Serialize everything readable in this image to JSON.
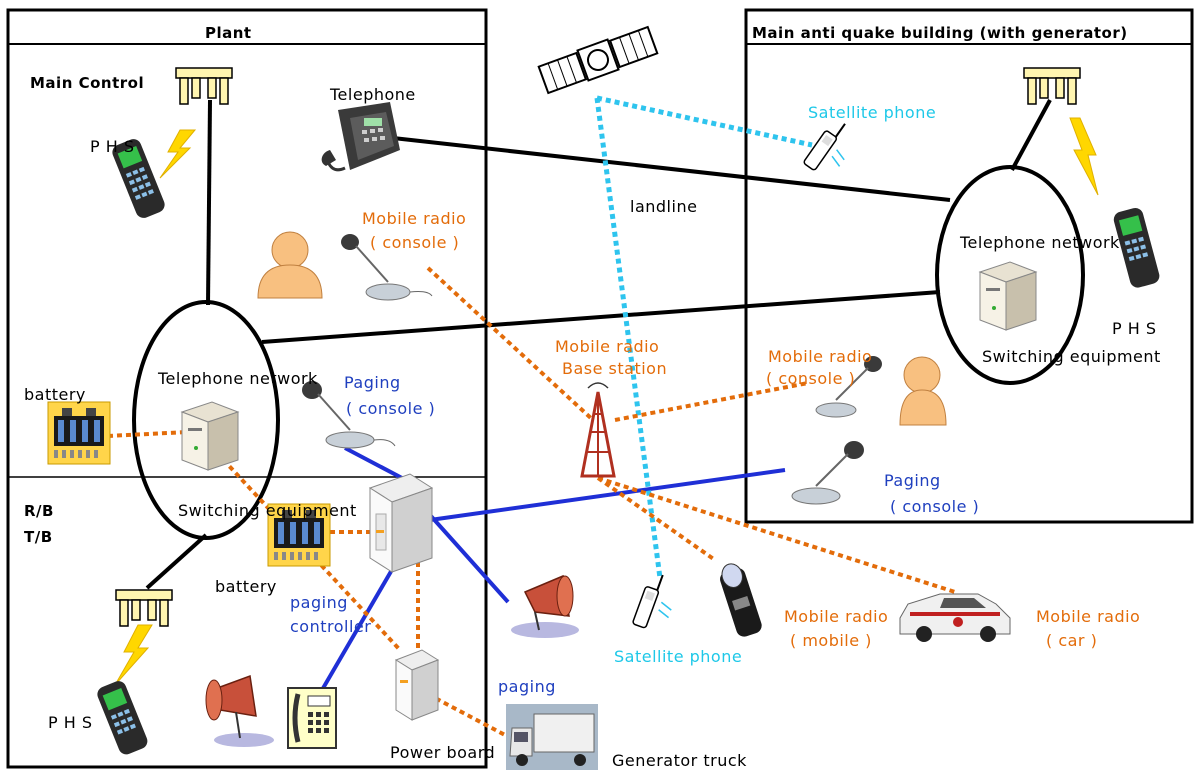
{
  "colors": {
    "black_line": "#000000",
    "orange_dotted": "#E36C0A",
    "blue_line": "#1F2FD6",
    "cyan_dotted": "#2EC4EE",
    "orange_text": "#E36C0A",
    "blue_text": "#1F3FBF",
    "cyan_text": "#1EC8E8"
  },
  "areas": {
    "plant": "Plant",
    "main_building": "Main anti quake building (with generator)",
    "main_control": "Main Control",
    "rb": "R/B",
    "tb": "T/B"
  },
  "labels": {
    "telephone": "Telephone",
    "landline": "landline",
    "satellite_phone_top": "Satellite phone",
    "satellite_phone_bottom": "Satellite phone",
    "phs_top_left": "P H S",
    "phs_right": "P H S",
    "phs_bottom_left": "P H S",
    "mobile_radio_console_1": "Mobile radio",
    "console_1": "( console )",
    "mobile_radio_base": "Mobile radio",
    "base_station": "Base station",
    "mobile_radio_console_2": "Mobile radio",
    "console_2": "( console )",
    "telephone_network_left": "Telephone network",
    "switching_equipment_left": "Switching equipment",
    "telephone_network_right": "Telephone network",
    "switching_equipment_right": "Switching equipment",
    "paging_console_1a": "Paging",
    "paging_console_1b": "( console )",
    "paging_console_2a": "Paging",
    "paging_console_2b": "( console )",
    "battery_left": "battery",
    "battery_bottom": "battery",
    "paging_controller_a": "paging",
    "paging_controller_b": "controller",
    "paging": "paging",
    "power_board": "Power board",
    "generator_truck": "Generator truck",
    "mobile_radio_mobile_a": "Mobile radio",
    "mobile_radio_mobile_b": "( mobile )",
    "mobile_radio_car_a": "Mobile radio",
    "mobile_radio_car_b": "( car )"
  }
}
